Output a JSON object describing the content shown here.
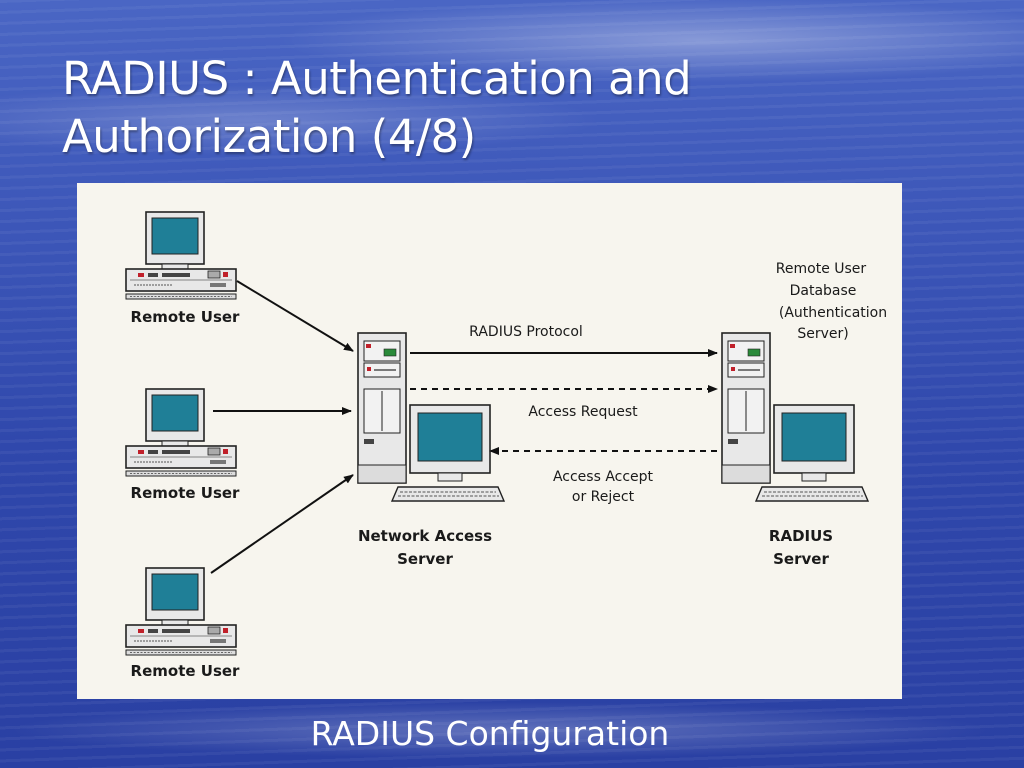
{
  "slide": {
    "title_line1": "RADIUS : Authentication and",
    "title_line2": "Authorization (4/8)",
    "caption": "RADIUS Configuration"
  },
  "diagram": {
    "remote_users": [
      "Remote User",
      "Remote User",
      "Remote User"
    ],
    "network_access_server": [
      "Network Access",
      "Server"
    ],
    "radius_server": [
      "RADIUS",
      "Server"
    ],
    "remote_user_database": [
      "Remote User",
      "Database",
      "(Authentication",
      "Server)"
    ],
    "links": {
      "radius_protocol": "RADIUS Protocol",
      "access_request": "Access Request",
      "access_accept_reject": [
        "Access Accept",
        "or Reject"
      ]
    }
  },
  "colors": {
    "screen": "#1f7f97",
    "device_body": "#e8e8e8",
    "device_outline": "#222222",
    "arrow": "#111111",
    "panel": "#f7f5ee",
    "text_white": "#ffffff"
  }
}
